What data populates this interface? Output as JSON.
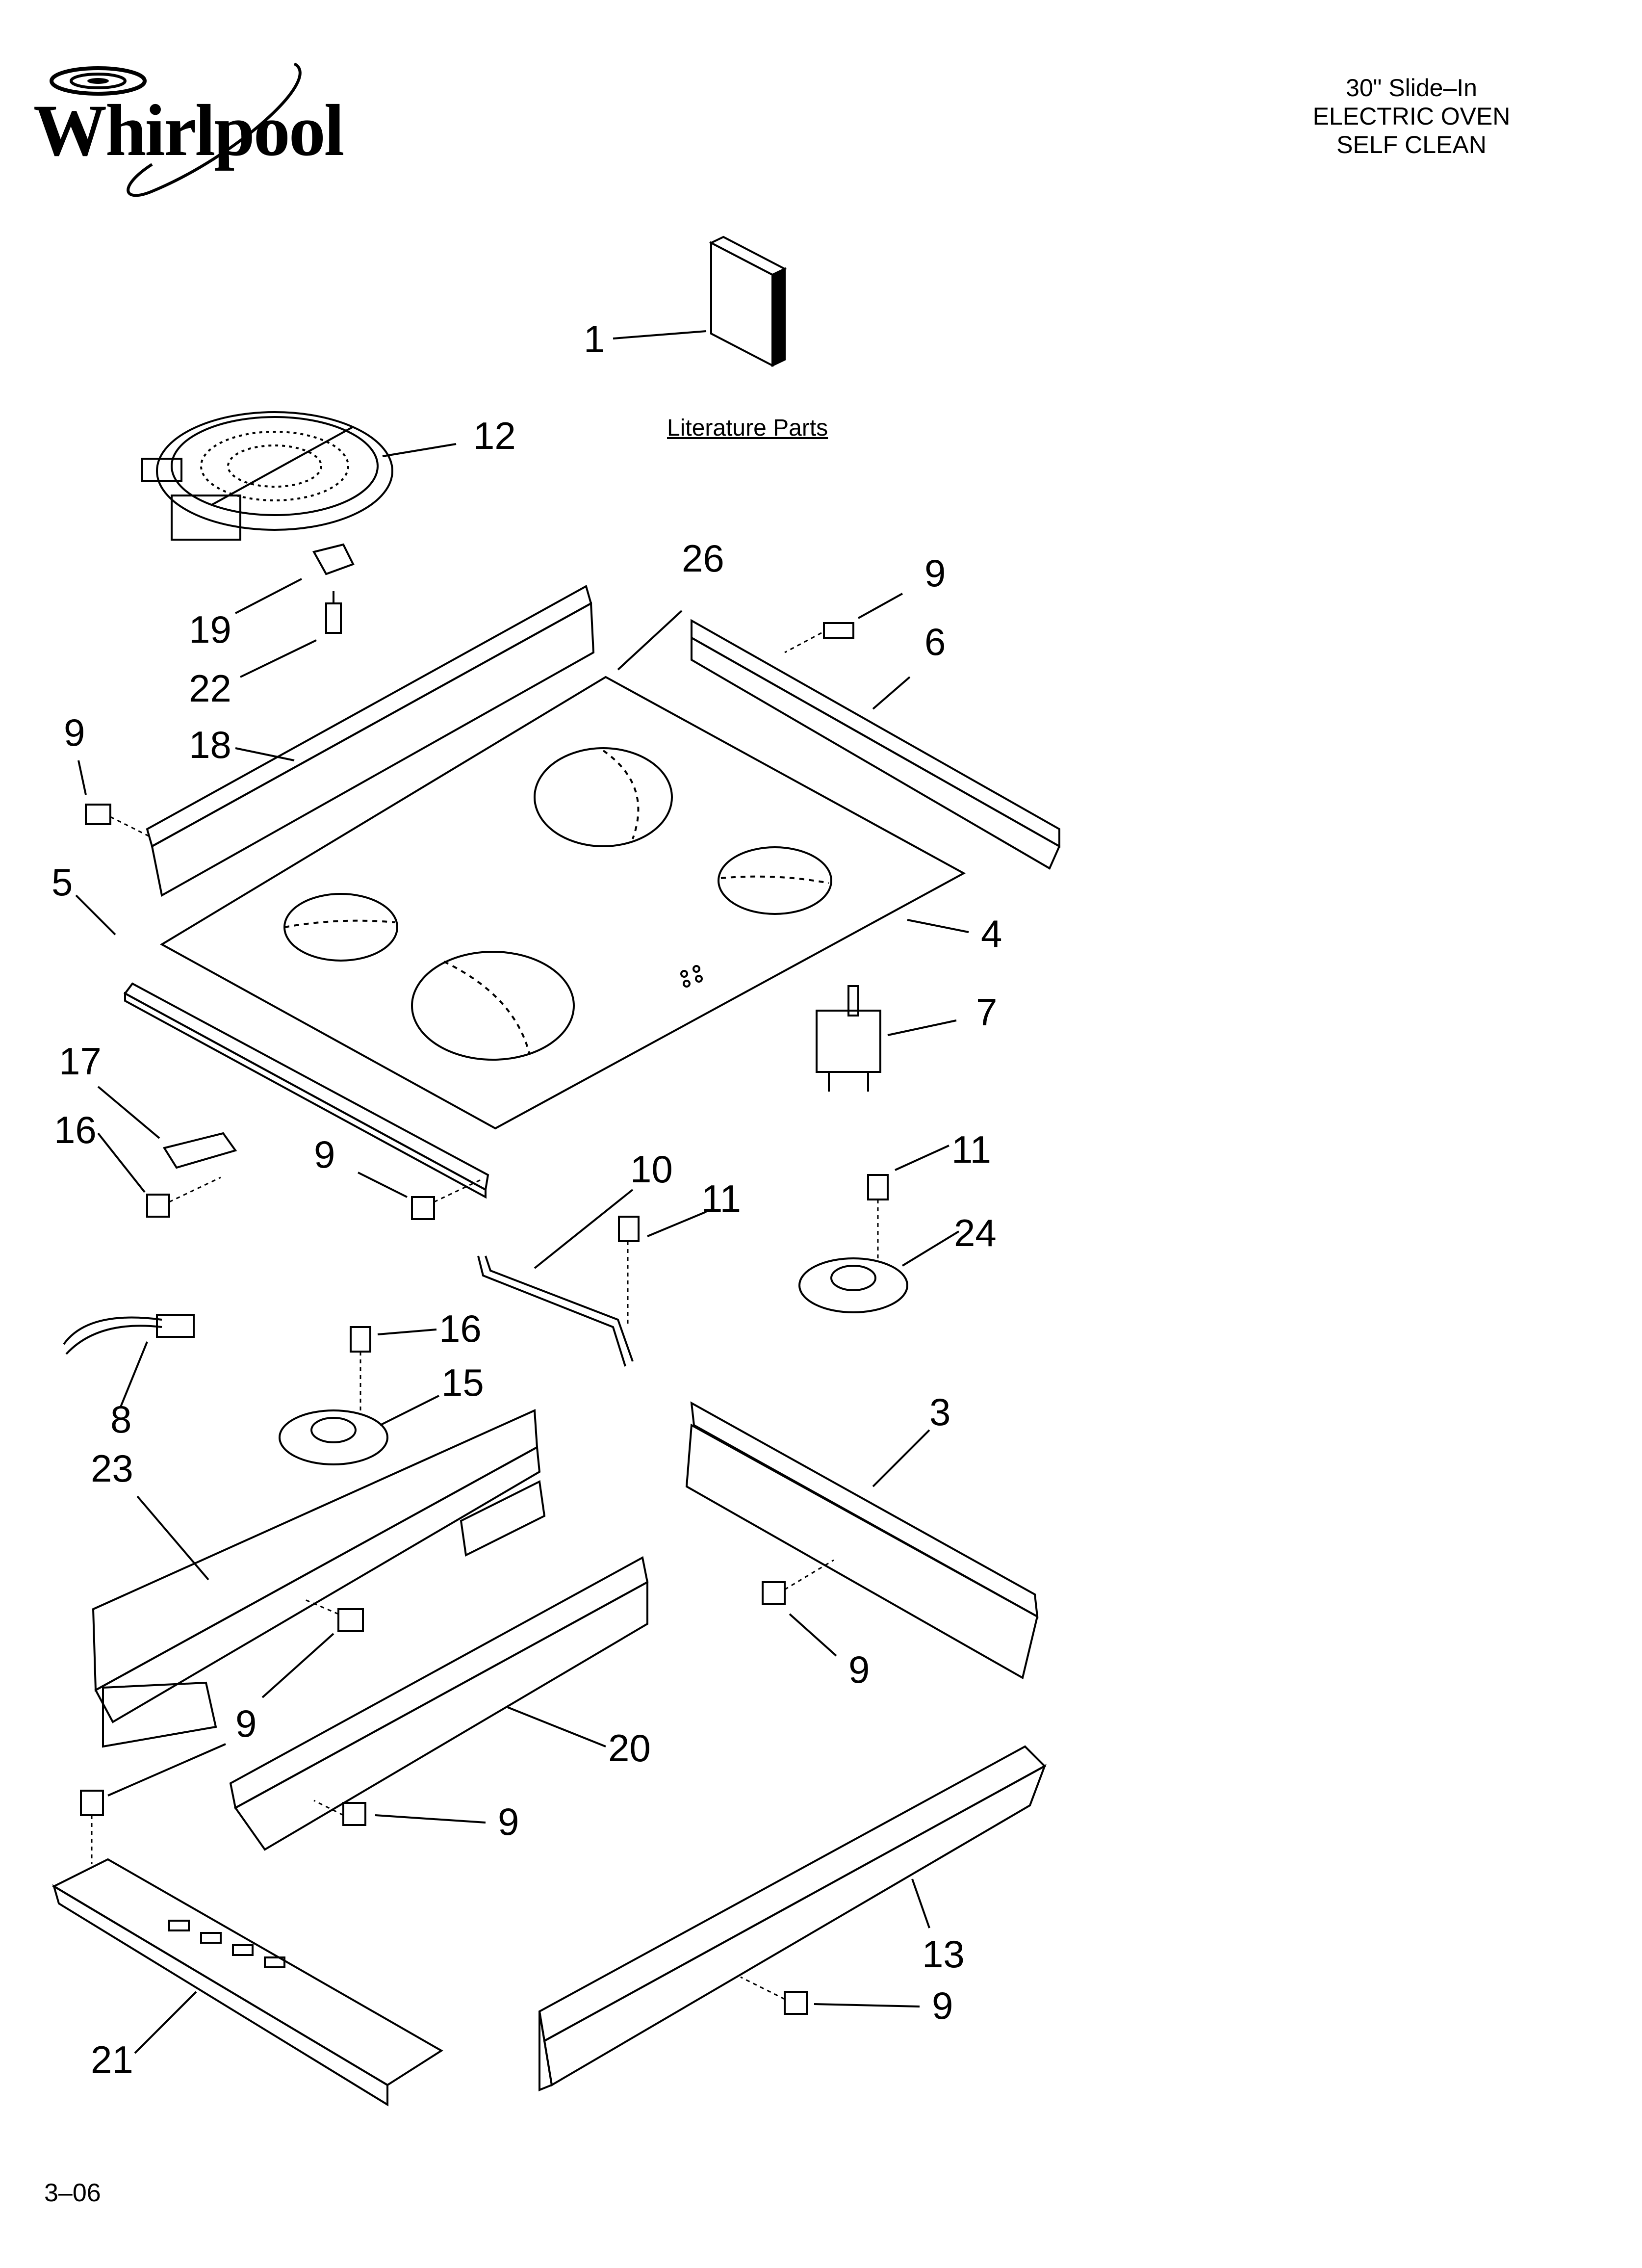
{
  "brand": {
    "name": "Whirlpool"
  },
  "header": {
    "lines": [
      "30\" Slide–In",
      "ELECTRIC OVEN",
      "SELF CLEAN"
    ]
  },
  "literature_label": "Literature Parts",
  "footer": {
    "code": "3–06"
  },
  "callouts": [
    {
      "id": "c1",
      "label": "1"
    },
    {
      "id": "c12",
      "label": "12"
    },
    {
      "id": "c26",
      "label": "26"
    },
    {
      "id": "c9a",
      "label": "9"
    },
    {
      "id": "c6",
      "label": "6"
    },
    {
      "id": "c19",
      "label": "19"
    },
    {
      "id": "c22",
      "label": "22"
    },
    {
      "id": "c9b",
      "label": "9"
    },
    {
      "id": "c18",
      "label": "18"
    },
    {
      "id": "c5",
      "label": "5"
    },
    {
      "id": "c4",
      "label": "4"
    },
    {
      "id": "c7",
      "label": "7"
    },
    {
      "id": "c17",
      "label": "17"
    },
    {
      "id": "c16a",
      "label": "16"
    },
    {
      "id": "c9c",
      "label": "9"
    },
    {
      "id": "c10",
      "label": "10"
    },
    {
      "id": "c11a",
      "label": "11"
    },
    {
      "id": "c11b",
      "label": "11"
    },
    {
      "id": "c24",
      "label": "24"
    },
    {
      "id": "c16b",
      "label": "16"
    },
    {
      "id": "c15",
      "label": "15"
    },
    {
      "id": "c8",
      "label": "8"
    },
    {
      "id": "c23",
      "label": "23"
    },
    {
      "id": "c3",
      "label": "3"
    },
    {
      "id": "c9d",
      "label": "9"
    },
    {
      "id": "c9e",
      "label": "9"
    },
    {
      "id": "c20",
      "label": "20"
    },
    {
      "id": "c9f",
      "label": "9"
    },
    {
      "id": "c13",
      "label": "13"
    },
    {
      "id": "c9g",
      "label": "9"
    },
    {
      "id": "c21",
      "label": "21"
    }
  ]
}
